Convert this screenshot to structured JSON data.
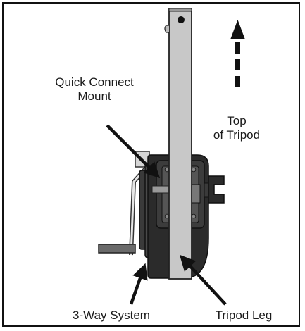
{
  "labels": {
    "quick_connect_line1": "Quick Connect",
    "quick_connect_line2": "Mount",
    "top_tripod_line1": "Top",
    "top_tripod_line2": "of Tripod",
    "three_way": "3-Way System",
    "tripod_leg": "Tripod Leg"
  },
  "colors": {
    "leg_fill": "#c8c8c8",
    "mount_dark": "#2b2b2b",
    "mount_mid": "#4a4a4a",
    "bracket_fill": "#d6d6d6",
    "arrow": "#111111"
  }
}
